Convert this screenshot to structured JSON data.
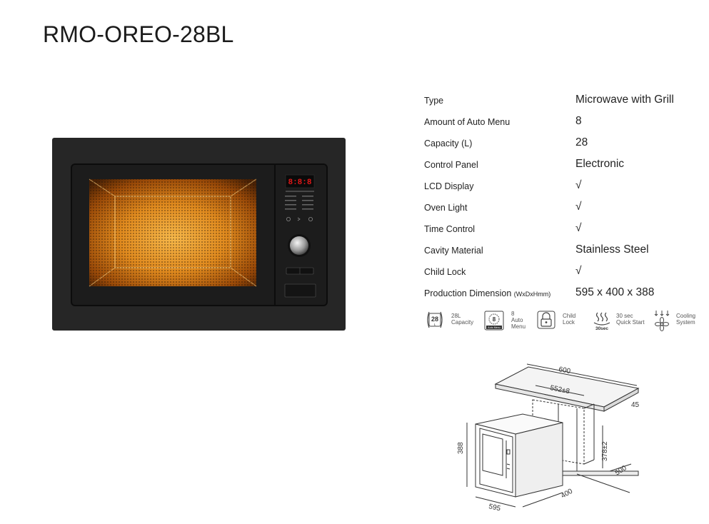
{
  "title": "RMO-OREO-28BL",
  "display_digits": "8:8:8",
  "specs": [
    {
      "label": "Type",
      "value": "Microwave with Grill"
    },
    {
      "label": "Amount of Auto Menu",
      "value": "8"
    },
    {
      "label": "Capacity (L)",
      "value": "28"
    },
    {
      "label": "Control Panel",
      "value": "Electronic"
    },
    {
      "label": "LCD Display",
      "value": "√"
    },
    {
      "label": "Oven Light",
      "value": "√"
    },
    {
      "label": "Time Control",
      "value": "√"
    },
    {
      "label": "Cavity Material",
      "value": "Stainless Steel"
    },
    {
      "label": "Child Lock",
      "value": "√"
    },
    {
      "label": "Production Dimension",
      "label_small": "(WxDxHmm)",
      "value": "595 x 400 x 388"
    }
  ],
  "features": [
    {
      "icon": "capacity-28-icon",
      "icon_text": "28",
      "icon_sub": "L",
      "lines": [
        "28L",
        "Capacity"
      ]
    },
    {
      "icon": "auto-menu-icon",
      "icon_text": "8",
      "icon_sub": "Auto Menu",
      "lines": [
        "8",
        "Auto",
        "Menu"
      ]
    },
    {
      "icon": "child-lock-icon",
      "lines": [
        "Child",
        "Lock"
      ]
    },
    {
      "icon": "quick-start-icon",
      "icon_sub": "30sec",
      "lines": [
        "30 sec",
        "Quick Start"
      ]
    },
    {
      "icon": "cooling-fan-icon",
      "lines": [
        "Cooling",
        "System"
      ]
    }
  ],
  "dimensions": {
    "cabinet_width": "600",
    "inner_width": "552±8",
    "top_thickness": "45",
    "inner_height": "378±2",
    "cabinet_depth": "500",
    "height": "388",
    "width": "595",
    "depth": "400"
  },
  "colors": {
    "body": "#262626",
    "frame": "#2e2e2e",
    "cavity_glow": "#e08a1e",
    "display_red": "#e01818"
  }
}
